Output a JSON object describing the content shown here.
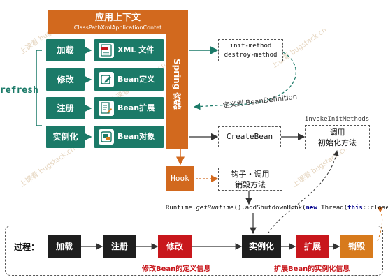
{
  "context": {
    "title": "应用上下文",
    "subtitle": "ClassPathXmlApplicationContet",
    "container_label": "Spring 容器"
  },
  "refresh_label": "refresh",
  "stages": [
    {
      "label": "加载",
      "item": "XML 文件",
      "icon": "xml-file-icon"
    },
    {
      "label": "修改",
      "item": "Bean定义",
      "icon": "edit-icon"
    },
    {
      "label": "注册",
      "item": "Bean扩展",
      "icon": "document-edit-icon"
    },
    {
      "label": "实例化",
      "item": "Bean对象",
      "icon": "object-icon"
    }
  ],
  "init_destroy": {
    "line1": "init-method",
    "line2": "destroy-method"
  },
  "definition_note": "定义到 BeanDefinition",
  "create_bean": "CreateBean",
  "invoke_init_label": "invokeInitMethods",
  "invoke_init_box": {
    "line1": "调用",
    "line2": "初始化方法"
  },
  "hook": "Hook",
  "hook_box": {
    "line1": "钩子・调用",
    "line2": "销毁方法"
  },
  "shutdown_code": {
    "pre": "Runtime.",
    "italic": "getRuntime",
    "mid": "().addShutdownHook(",
    "kw": "new",
    "rest1": " Thread(",
    "kw2": "this",
    "rest2": "::close));"
  },
  "process": {
    "label": "过程：",
    "steps": [
      "加载",
      "注册",
      "修改",
      "实例化",
      "扩展",
      "销毁"
    ],
    "note_modify": "修改Bean的定义信息",
    "note_extend": "扩展Bean的实例化信息"
  },
  "colors": {
    "green": "#1b7a68",
    "orange": "#d2691e",
    "red": "#c8171c",
    "dark": "#1e1e1e"
  }
}
